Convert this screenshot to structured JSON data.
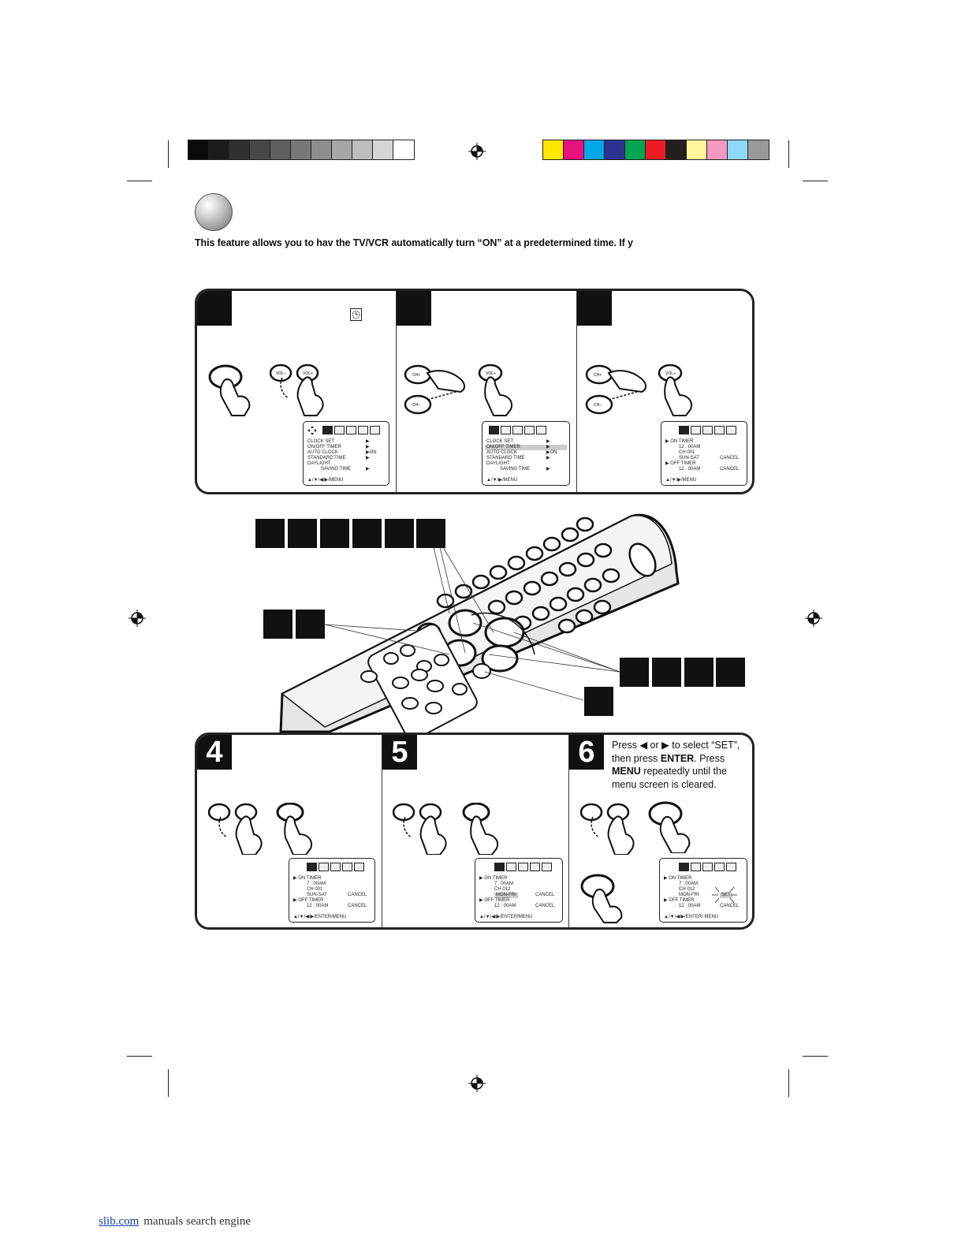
{
  "colors": {
    "gray_bar": [
      "#0a0a0a",
      "#1c1c1c",
      "#303030",
      "#474747",
      "#5e5e5e",
      "#777777",
      "#8e8e8e",
      "#a6a6a6",
      "#bdbdbd",
      "#d5d5d5",
      "#ffffff"
    ],
    "color_bar": [
      "#ffe600",
      "#e8117f",
      "#00a8e8",
      "#2e3192",
      "#00a651",
      "#ed1c24",
      "#231f20",
      "#fff799",
      "#f49ac1",
      "#8ed8f8",
      "#999999"
    ]
  },
  "intro": {
    "text": "This feature allows you to hav   the TV/VCR automatically turn “ON” at a predetermined time. If y"
  },
  "top_panel": {
    "steps": [
      {
        "menu": {
          "icon_count": 5,
          "rows": [
            "CLOCK SET",
            "ON/OFF TIMER",
            "AUTO CLOCK",
            "STANDARD TIME",
            "DAYLIGHT",
            "SAVING TIME"
          ],
          "values": [
            "▶",
            "▶",
            "▶ON",
            "▶",
            "",
            "▶"
          ],
          "footer": "▲/▼/◀/▶/MENU"
        }
      },
      {
        "menu": {
          "icon_count": 5,
          "rows": [
            "CLOCK SET",
            "ON/OFF TIMER",
            "AUTO CLOCK",
            "STANDARD TIME",
            "DAYLIGHT",
            "SAVING TIME"
          ],
          "values": [
            "▶",
            "▶",
            "▶ON",
            "▶",
            "",
            "▶"
          ],
          "footer": "▲/▼/▶/MENU"
        }
      },
      {
        "menu": {
          "icon_count": 5,
          "rows": [
            "▶ ON  TIMER",
            "12 : 00AM",
            "CH 001",
            "SUN-SAT",
            "▶ OFF TIMER",
            "12 : 00AM"
          ],
          "values": [
            "",
            "",
            "",
            "CANCEL",
            "",
            "CANCEL"
          ],
          "footer": "▲/▼/▶/MENU"
        }
      }
    ]
  },
  "bottom_panel": {
    "steps": [
      {
        "number": "4",
        "menu": {
          "rows": [
            "▶ ON TIMER",
            "7 : 00AM",
            "CH 001",
            "SUN-SAT",
            "▶ OFF TIMER",
            "12 : 00AM"
          ],
          "values": [
            "",
            "",
            "",
            "CANCEL",
            "",
            "CANCEL"
          ],
          "footer": "▲/▼/◀/▶/ENTER/MENU"
        }
      },
      {
        "number": "5",
        "menu": {
          "rows": [
            "▶ ON TIMER",
            "7 : 00AM",
            "CH 012",
            "MON-FRI",
            "▶ OFF TIMER",
            "12 : 00AM"
          ],
          "values": [
            "",
            "",
            "",
            "CANCEL",
            "",
            "CANCEL"
          ],
          "footer": "▲/▼/◀/▶/ENTER/MENU"
        }
      },
      {
        "number": "6",
        "text_parts": {
          "p1": "Press ",
          "p2": " or ",
          "p3": " to select “SET”, then press ",
          "enter": "ENTER",
          "p4": ". Press ",
          "menu": "MENU",
          "p5": " repeatedly until the menu screen is cleared."
        },
        "menu": {
          "rows": [
            "▶ ON TIMER",
            "7 : 00AM",
            "CH 012",
            "MON-FRI",
            "▶ OFF TIMER",
            "12 : 00AM"
          ],
          "values": [
            "",
            "",
            "",
            "SET",
            "",
            "CANCEL"
          ],
          "footer": "▲/▼/◀/▶/ENTER/ MENU"
        }
      }
    ]
  },
  "buttons": {
    "vol_minus": "VOL–",
    "vol_plus": "VOL+",
    "ch_plus": "CH+",
    "ch_minus": "CH–"
  },
  "footer": {
    "link": "slib.com",
    "rest": "manuals search engine"
  }
}
